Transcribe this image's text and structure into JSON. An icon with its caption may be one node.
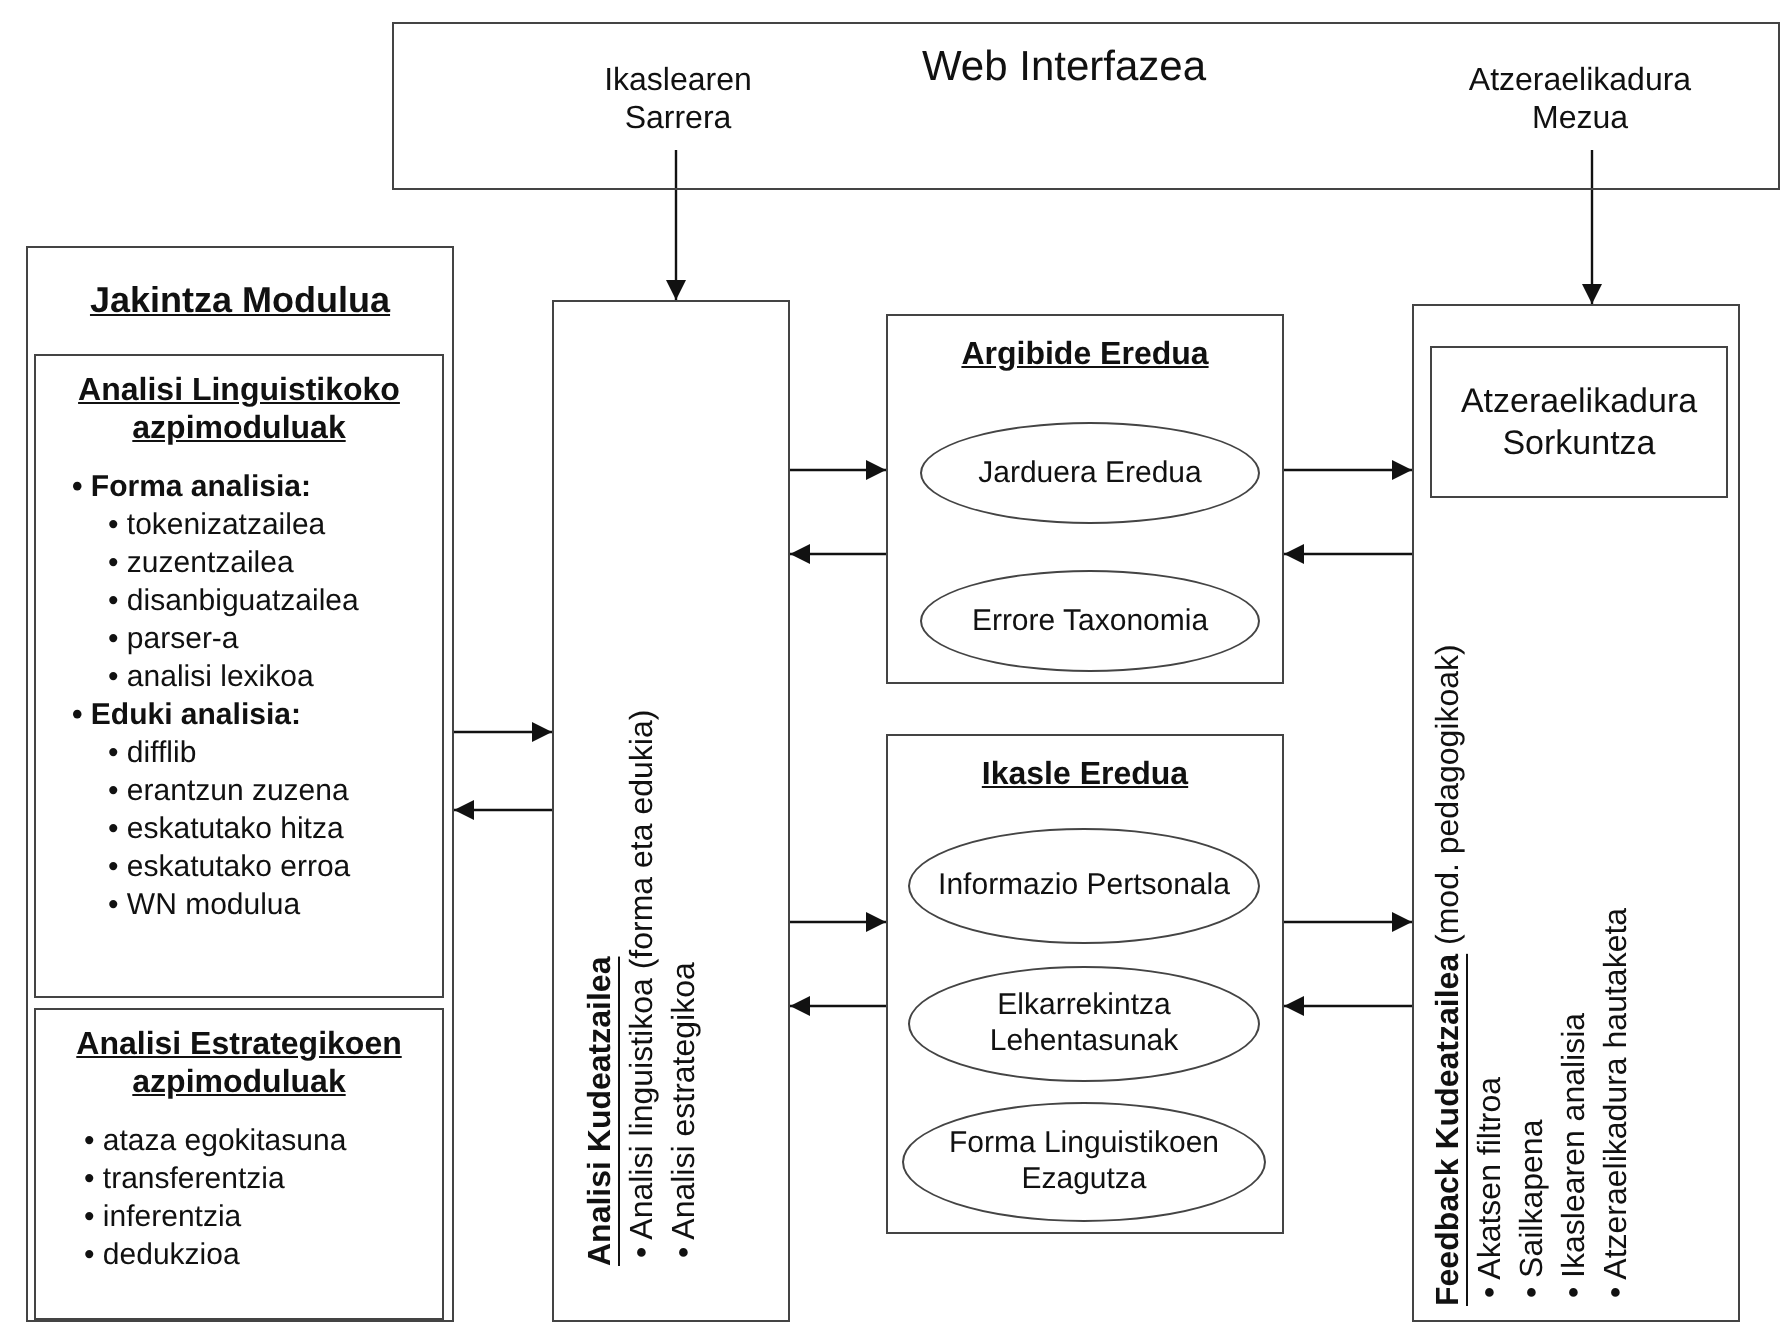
{
  "diagram": {
    "nodes": [
      {
        "text": [
          "Web Interfazea"
        ]
      },
      {
        "text": [
          "Ikaslearen Sarrera"
        ],
        "in": 0
      },
      {
        "text": [
          "Atzeraelikadura Mezua"
        ],
        "in": 0
      },
      {
        "text": [
          "Jakintza Modulua"
        ]
      },
      {
        "text": [
          "Analisi Linguistikoko azpimoduluak",
          "• Forma analisia:",
          "• tokenizatzailea",
          "• zuzentzailea",
          "• disanbiguatzailea",
          "• parser-a",
          "• analisi lexikoa",
          "• Eduki analisia:",
          "• difflib",
          "• erantzun zuzena",
          "• eskatutako hitza",
          "• eskatutako erroa",
          "• WN modulua"
        ],
        "in": 3
      },
      {
        "text": [
          "Analisi Estrategikoen azpimoduluak",
          "• ataza egokitasuna",
          "• transferentzia",
          "• inferentzia",
          "• dedukzioa"
        ],
        "in": 3
      },
      {
        "text": [
          "Analisi Kudeatzailea",
          "• Analisi linguistikoa (forma eta edukia)",
          "• Analisi estrategikoa"
        ]
      },
      {
        "text": [
          "Argibide Eredua"
        ]
      },
      {
        "text": [
          "Jarduera Eredua"
        ],
        "in": 7
      },
      {
        "text": [
          "Errore Taxonomia"
        ],
        "in": 7
      },
      {
        "text": [
          "Ikasle Eredua"
        ]
      },
      {
        "text": [
          "Informazio Pertsonala"
        ],
        "in": 10
      },
      {
        "text": [
          "Elkarrekintza Lehentasunak"
        ],
        "in": 10
      },
      {
        "text": [
          "Forma Linguistikoen Ezagutza"
        ],
        "in": 10
      },
      {
        "text": [
          "Feedback Kudeatzailea",
          "(mod. pedagogikoak)",
          "• Akatsen filtroa",
          "• Sailkapena",
          "• Ikaslearen analisia",
          "• Atzeraelikadura hautaketa"
        ]
      },
      {
        "text": [
          "Atzeraelikadura Sorkuntza"
        ],
        "in": 14
      }
    ],
    "edges": [
      {
        "from": 1,
        "to": 6,
        "arrow": "to"
      },
      {
        "from": 2,
        "to": 14,
        "arrow": "to"
      },
      {
        "from": 3,
        "to": 6,
        "arrow": "to"
      },
      {
        "from": 6,
        "to": 3,
        "arrow": "to"
      },
      {
        "from": 6,
        "to": 7,
        "arrow": "to"
      },
      {
        "from": 7,
        "to": 6,
        "arrow": "to"
      },
      {
        "from": 7,
        "to": 14,
        "arrow": "to"
      },
      {
        "from": 14,
        "to": 7,
        "arrow": "to"
      },
      {
        "from": 6,
        "to": 10,
        "arrow": "to"
      },
      {
        "from": 10,
        "to": 6,
        "arrow": "to"
      },
      {
        "from": 10,
        "to": 14,
        "arrow": "to"
      },
      {
        "from": 14,
        "to": 10,
        "arrow": "to"
      }
    ]
  }
}
